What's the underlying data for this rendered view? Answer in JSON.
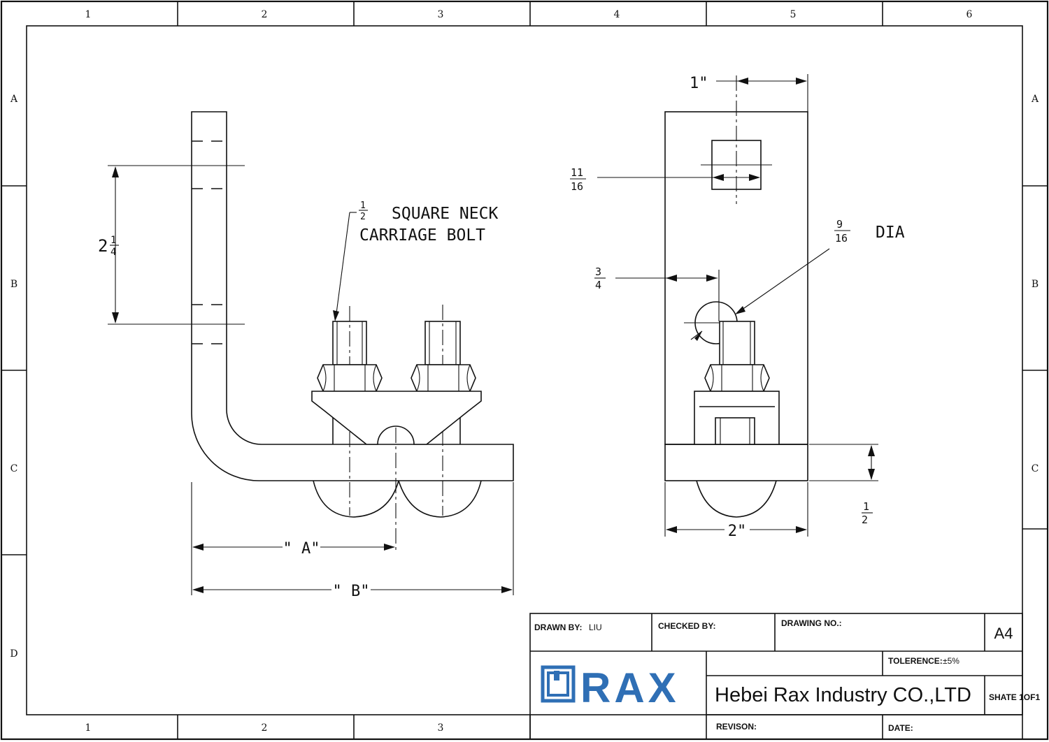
{
  "border": {
    "columns": [
      "1",
      "2",
      "3",
      "4",
      "5",
      "6"
    ],
    "rows": [
      "A",
      "B",
      "C",
      "D"
    ]
  },
  "side_view": {
    "height_dim_whole": "2",
    "height_dim_num": "1",
    "height_dim_den": "4",
    "bolt_fraction_num": "1",
    "bolt_fraction_den": "2",
    "bolt_line1": "SQUARE NECK",
    "bolt_line2": "CARRIAGE BOLT",
    "dim_a": "\" A\"",
    "dim_b": "\" B\""
  },
  "front_view": {
    "dim_top": "1\"",
    "slot_num": "11",
    "slot_den": "16",
    "hole_num": "9",
    "hole_den": "16",
    "hole_suffix": "DIA",
    "offset_num": "3",
    "offset_den": "4",
    "thickness_num": "1",
    "thickness_den": "2",
    "width": "2\""
  },
  "title_block": {
    "drawn_by_label": "DRAWN BY:",
    "drawn_by_value": "LIU",
    "checked_by_label": "CHECKED BY:",
    "drawing_no_label": "DRAWING NO.:",
    "size": "A4",
    "tolerance_label": "TOLERENCE:",
    "tolerance_value": "±5%",
    "company": "Hebei Rax Industry CO.,LTD",
    "logo_text": "RAX",
    "sheet": "SHATE 1OF1",
    "revision_label": "REVISON:",
    "date_label": "DATE:"
  },
  "colors": {
    "logo_blue": "#2f6fb5",
    "ink": "#111111"
  }
}
